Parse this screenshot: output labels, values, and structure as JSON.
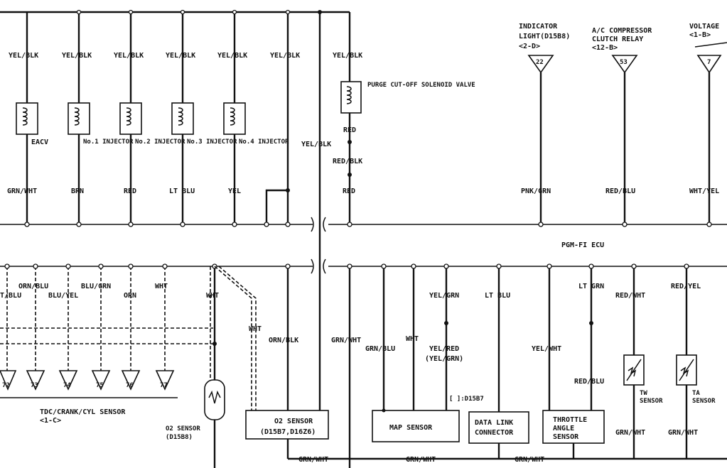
{
  "top_wires": [
    {
      "top": "YEL/BLK",
      "component": "EACV",
      "bottom": "GRN/WHT"
    },
    {
      "top": "YEL/BLK",
      "component": "No.1 INJECTOR",
      "bottom": "BRN"
    },
    {
      "top": "YEL/BLK",
      "component": "No.2 INJECTOR",
      "bottom": "RED"
    },
    {
      "top": "YEL/BLK",
      "component": "No.3 INJECTOR",
      "bottom": "LT BLU"
    },
    {
      "top": "YEL/BLK",
      "component": "No.4 INJECTOR",
      "bottom": "YEL"
    },
    {
      "top": "YEL/BLK"
    },
    {
      "top": "YEL/BLK",
      "component": "PURGE CUT-OFF SOLENOID VALVE",
      "mid": "RED",
      "mid2": "RED/BLK",
      "bottom": "RED"
    }
  ],
  "yelblk_mid": "YEL/BLK",
  "right_components": [
    {
      "title_a": "INDICATOR",
      "title_b": "LIGHT(D15B8)",
      "ref": "<2-D>",
      "pin": "22",
      "wire": "PNK/GRN"
    },
    {
      "title_a": "A/C COMPRESSOR",
      "title_b": "CLUTCH RELAY",
      "ref": "<12-B>",
      "pin": "53",
      "wire": "RED/BLU"
    },
    {
      "title_a": "VOLTAGE",
      "ref": "<1-B>",
      "pin": "7",
      "wire": "WHT/YEL"
    }
  ],
  "ecu_label": "PGM-FI ECU",
  "bottom_wires": {
    "tblu": "T/BLU",
    "ornblu": "ORN/BLU",
    "bluyel": "BLU/YEL",
    "blugrn": "BLU/GRN",
    "orn": "ORN",
    "wht": "WHT",
    "wht2": "WHT",
    "wht3": "WHT",
    "ornblk": "ORN/BLK",
    "grnwht": "GRN/WHT",
    "grnblu": "GRN/BLU",
    "wht4": "WHT",
    "yelgrn": "YEL/GRN",
    "yelred": "YEL/RED",
    "yelgrn2": "(YEL/GRN)",
    "ltblu": "LT BLU",
    "yelwht": "YEL/WHT",
    "ltgrn": "LT GRN",
    "redblu": "RED/BLU",
    "redwht": "RED/WHT",
    "redyel": "RED/YEL",
    "grnwht_tw": "GRN/WHT",
    "grnwht_ta": "GRN/WHT"
  },
  "sensor_pins": [
    "72",
    "73",
    "74",
    "75",
    "76",
    "77"
  ],
  "tdc_label": "TDC/CRANK/CYL SENSOR",
  "tdc_ref": "<1-C>",
  "o2_left_a": "O2 SENSOR",
  "o2_left_b": "(D15B8)",
  "o2_box_a": "O2 SENSOR",
  "o2_box_b": "(D15B7,D16Z6)",
  "map_box": "MAP SENSOR",
  "dlc_note": "[ ]:D15B7",
  "dlc_box_a": "DATA LINK",
  "dlc_box_b": "CONNECTOR",
  "tps_box_a": "THROTTLE",
  "tps_box_b": "ANGLE",
  "tps_box_c": "SENSOR",
  "tw_a": "TW",
  "tw_b": "SENSOR",
  "ta_a": "TA",
  "ta_b": "SENSOR",
  "ground_labels": [
    "GRN/WHT",
    "GRN/WHT",
    "GRN/WHT"
  ]
}
